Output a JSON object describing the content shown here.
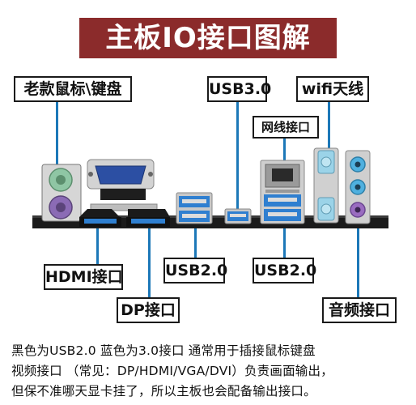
{
  "title": "主板IO接口图解",
  "labels": {
    "ps2": "老款鼠标\\键盘",
    "usb30": "USB3.0",
    "wifi": "wifi天线",
    "ethernet": "网线接口",
    "hdmi": "HDMI接口",
    "dp": "DP接口",
    "usb20_left": "USB2.0",
    "usb20_right": "USB2.0",
    "audio": "音频接口"
  },
  "footer": {
    "line1": "黑色为USB2.0 蓝色为3.0接口 通常用于插接鼠标键盘",
    "line2": "视频接口 （常见：DP/HDMI/VGA/DVI）负责画面输出，",
    "line3": "但保不准哪天显卡挂了，所以主板也会配备输出接口。"
  },
  "colors": {
    "title_bg": "#8b2b2b",
    "leader": "#1c78b8",
    "port_blue": "#2f7fd0",
    "ps2_green": "#8fc6a4",
    "ps2_purple": "#8b6bb5",
    "audio_blue": "#4fb0df"
  }
}
